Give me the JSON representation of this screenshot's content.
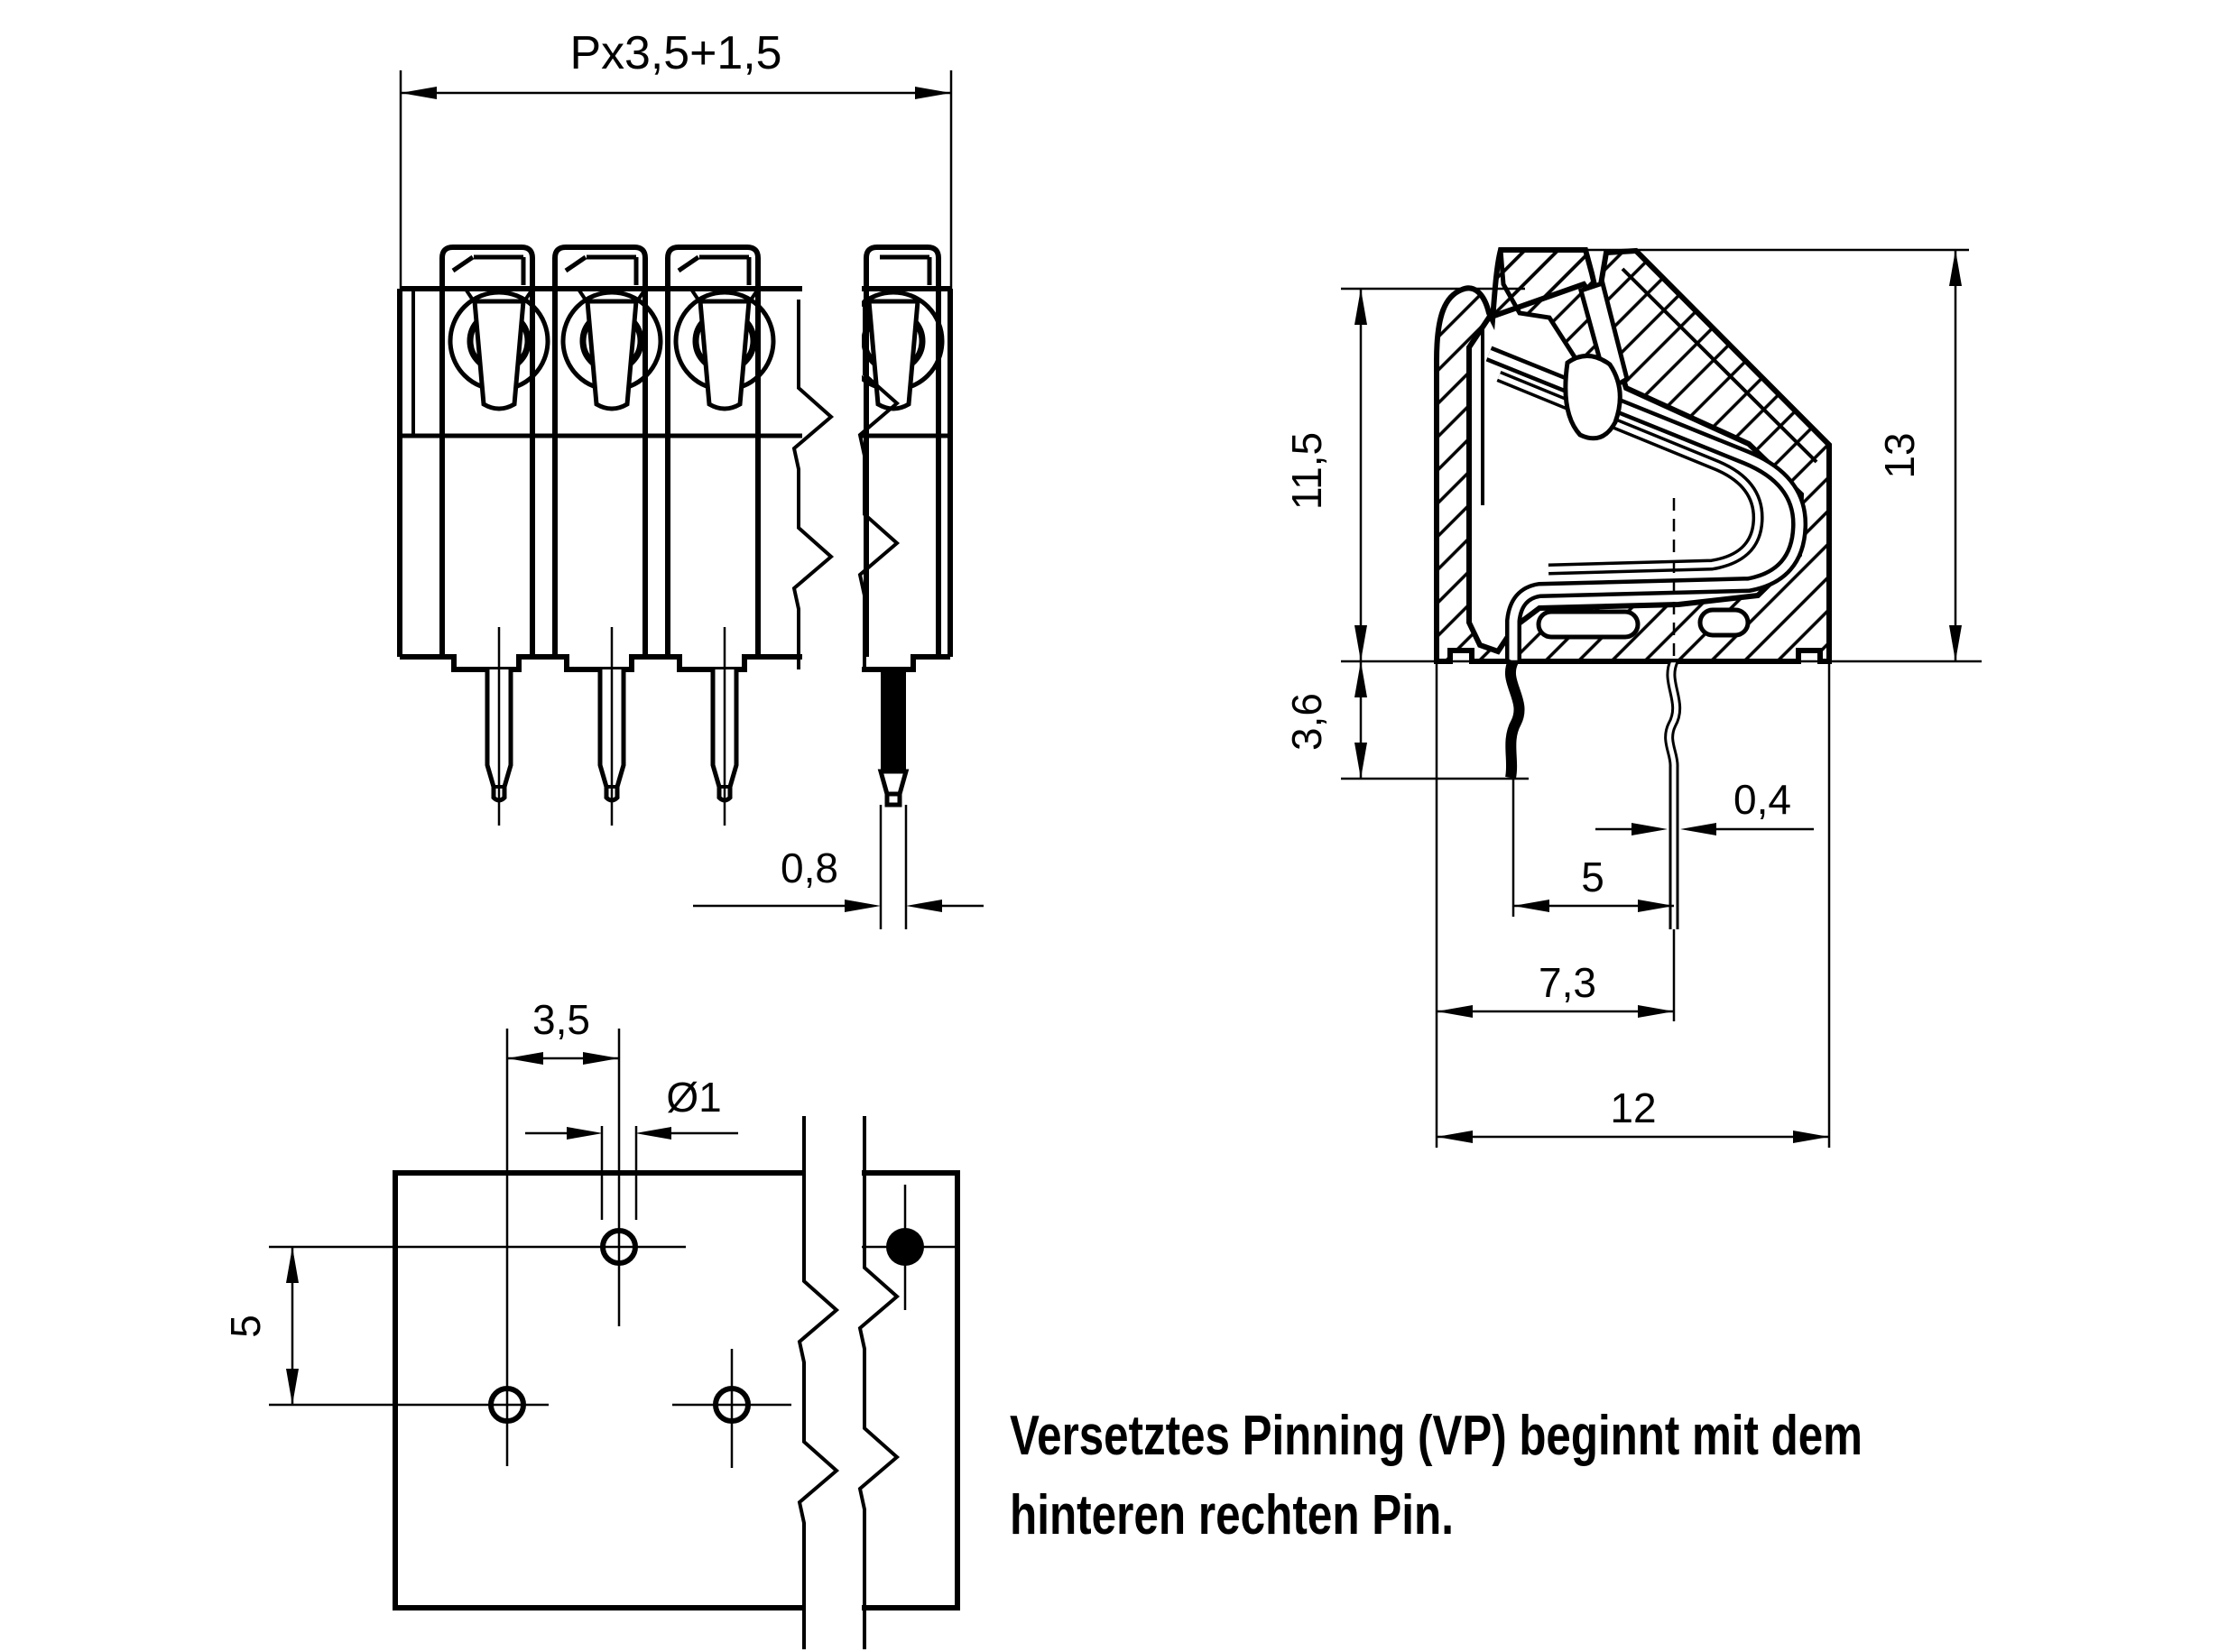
{
  "drawing": {
    "front_view": {
      "label_overall_width": "Px3,5+1,5",
      "label_pin_width": "0,8"
    },
    "side_view": {
      "label_upper_height": "11,5",
      "label_total_height": "13",
      "label_pin_protrusion": "3,6",
      "label_pin_thickness": "0,4",
      "label_pin_spacing": "5",
      "label_pin_to_edge": "7,3",
      "label_total_depth": "12"
    },
    "footprint_view": {
      "label_hole_offset": "3,5",
      "label_hole_diameter": "Ø1",
      "label_row_spacing": "5"
    },
    "note": {
      "line1": "Versetztes Pinning (VP) beginnt mit dem",
      "line2": "hinteren rechten Pin."
    },
    "colors": {
      "line": "#000000",
      "background": "#ffffff"
    }
  }
}
